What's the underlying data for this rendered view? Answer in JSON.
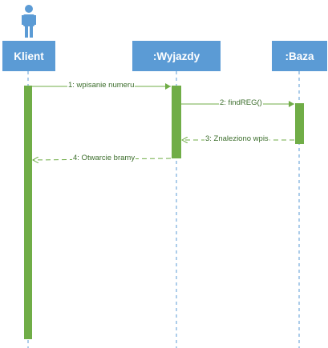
{
  "participants": [
    {
      "id": "klient",
      "label": "Klient"
    },
    {
      "id": "wyjazdy",
      "label": ":Wyjazdy"
    },
    {
      "id": "baza",
      "label": ":Baza"
    }
  ],
  "messages": [
    {
      "id": "m1",
      "label": "1: wpisanie numeru",
      "kind": "sync"
    },
    {
      "id": "m2",
      "label": "2: findREG()",
      "kind": "sync"
    },
    {
      "id": "m3",
      "label": "3: Znaleziono wpis",
      "kind": "return"
    },
    {
      "id": "m4",
      "label": "4: Otwarcie bramy",
      "kind": "return"
    }
  ],
  "colors": {
    "participant_fill": "#5b9bd5",
    "lifeline": "#5b9bd5",
    "activation": "#70ad47",
    "arrow": "#70ad47",
    "label_text": "#3b6d2b"
  },
  "icons": {
    "actor": "person-icon"
  }
}
